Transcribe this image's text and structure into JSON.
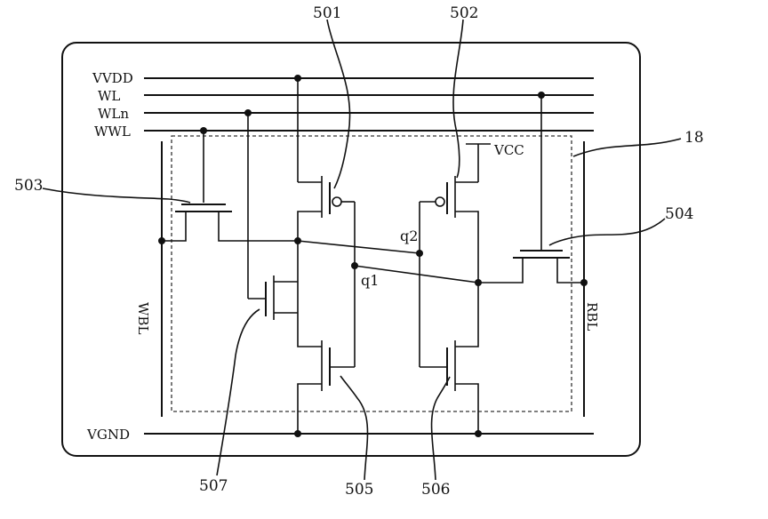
{
  "rails": {
    "vvdd": "VVDD",
    "wl": "WL",
    "wln": "WLn",
    "wwl": "WWL",
    "vgnd": "VGND",
    "vcc": "VCC"
  },
  "bitlines": {
    "wbl": "WBL",
    "rbl": "RBL"
  },
  "nodes": {
    "q1": "q1",
    "q2": "q2"
  },
  "refs": {
    "r501": "501",
    "r502": "502",
    "r503": "503",
    "r504": "504",
    "r505": "505",
    "r506": "506",
    "r507": "507",
    "r18": "18"
  }
}
